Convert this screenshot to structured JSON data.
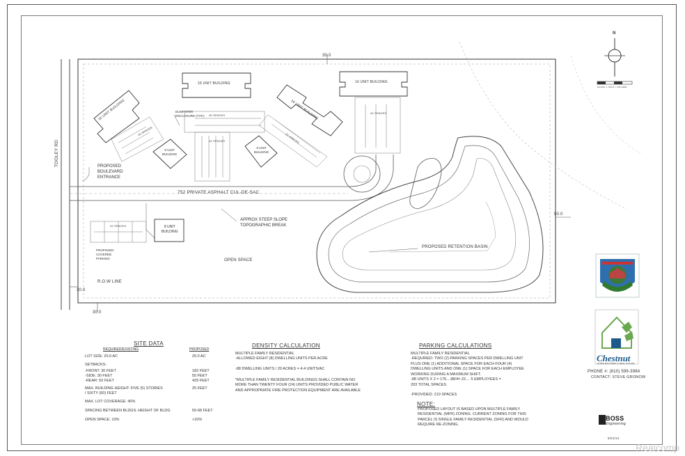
{
  "plan": {
    "road_name": "TOOLEY RD",
    "dist_top": "30.0",
    "dist_left": "30.0",
    "dist_bottom": "30.0",
    "dist_right": "50.0",
    "row_line": "R.O.W LINE",
    "entrance": "PROPOSED\nBOULEVARD\nENTRANCE",
    "cul_de_sac": "752 PRIVATE ASPHALT CUL-DE-SAC",
    "slope": "APPROX STEEP SLOPE\nTOPOGRAPHIC BREAK",
    "retention": "PROPOSED RETENTION BASIN",
    "open_space": "OPEN SPACE",
    "dumpster": "DUMPSTER\nENCLOSURE (TYP.)",
    "covered_parking": "PROPOSED\nCOVERED\nPARKING",
    "buildings": {
      "b16_left": "16 UNIT BUILDING",
      "b16_top": "16 UNIT BUILDING",
      "b16_mid": "16 UNIT BUILDING",
      "b16_right": "16 UNIT BUILDING",
      "b8_a": "8 UNIT\nBUILDING",
      "b8_b": "8 UNIT\nBUILDING",
      "b8_c": "8 UNIT\nBUILDING"
    },
    "spaces": {
      "s1": "25 SPACES",
      "s2": "40 SPACES",
      "s3": "42 SPACES",
      "s4": "42 SPACES",
      "s5": "32 SPACES",
      "s6": "22 SPACES"
    },
    "north": "N",
    "scale": "SCALE: 1 INCH = 100 FEET"
  },
  "site_data": {
    "title": "SITE DATA",
    "col1": "REQUIRED/EXISTING",
    "col2": "PROPOSED",
    "rows": [
      {
        "label": "LOT SIZE: 20.0 AC",
        "value": "20.0 AC"
      },
      {
        "label": "SETBACKS:",
        "value": ""
      },
      {
        "label": "  -FRONT: 30 FEET",
        "value": "182 FEET"
      },
      {
        "label": "  -SIDE:   30 FEET",
        "value": "50 FEET"
      },
      {
        "label": "  -REAR: 50 FEET",
        "value": "429 FEET"
      },
      {
        "label": "MAX. BUILDING HEIGHT: FIVE (5) STORIES",
        "value": "25 FEET"
      },
      {
        "label": "/ SIXTY (60) FEET",
        "value": ""
      },
      {
        "label": "MAX. LOT COVERAGE: 40%",
        "value": ""
      },
      {
        "label": "SPACING BETWEEN BLDGS: HEIGHT OF BLDG",
        "value": "50-68 FEET"
      },
      {
        "label": "OPEN SPACE:  10%",
        "value": ">10%"
      }
    ]
  },
  "density": {
    "title": "DENSITY CALCULATION",
    "body": "MULTIPLE FAMILY RESIDENTIAL\n-ALLOWED EIGHT (8) DWELLING UNITS PER ACRE\n\n-88 DWELLING UNITS / 20 ACRES = 4.4 UNITS/AC",
    "note": "*MULTIPLE FAMILY RESIDENTIAL BUILDINGS SHALL CONTAIN NO\nMORE THAN TWENTY FOUR (24) UNITS PROVIDED PUBLIC WATER\nAND APPROPRIATE FIRE PROTECTION EQUIPMENT ARE AVAILABLE"
  },
  "parking": {
    "title": "PARKING CALCULATIONS",
    "body": "MULTIPLE FAMILY RESIDENTIAL\n-REQUIRED: TWO (2) PARKING SPACES PER DWELLING UNIT\nPLUS ONE (1) ADDITIONAL SPACE FOR EACH FOUR (4)\nDWELLING UNITS AND ONE (1) SPACE FOR EACH EMPLOYEE\nWORKING DURING A MAXIMUM SHIFT.\n  -88 UNITS X 2 = 176....88/4= 22.... 5 EMPLOYEES =\n203 TOTAL SPACES\n\n  -PROVIDED: 210 SPACES"
  },
  "note": {
    "title": "NOTE:",
    "body": "PROPOSED LAYOUT IS BASED UPON MULTIPLE FAMILY\nRESIDENTIAL (MFR) ZONING. CURRENT ZONING FOR THIS\nPARCEL IS SINGLE FAMILY RESIDENTIAL (SFR) AND WOULD\nREQUIRE RE-ZONING."
  },
  "company": {
    "name": "Chestnut",
    "tagline": "HOME BUILDERS & REAL ESTATE",
    "phone": "PHONE #: (810) 599-3984",
    "contact": "CONTACT: STEVE GRONOW"
  },
  "engineer": {
    "name": "BOSS",
    "sub": "Engineering",
    "date": "5/21/14"
  },
  "watermark": "Realcomp"
}
